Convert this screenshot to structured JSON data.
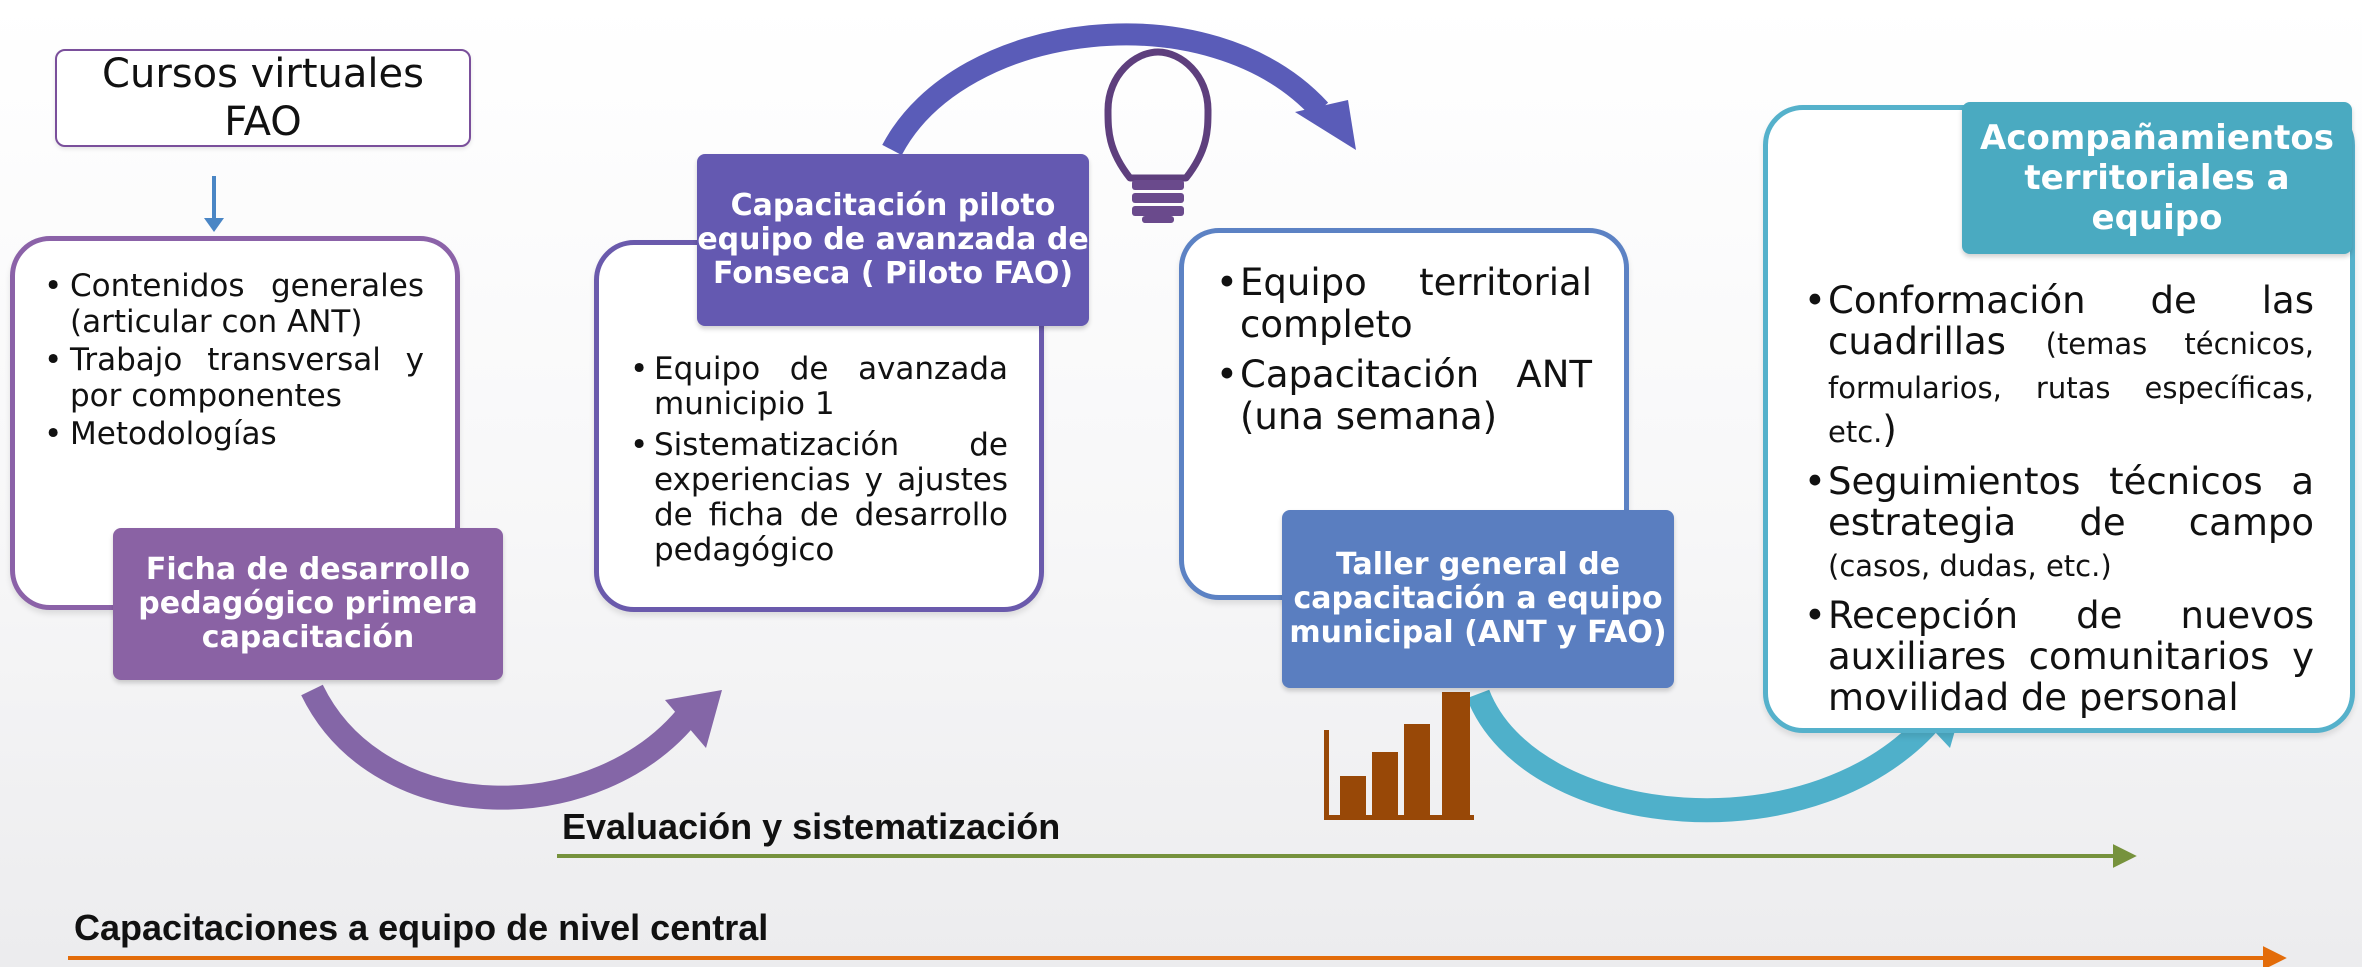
{
  "title_box": {
    "line1": "Cursos virtuales",
    "line2": "FAO"
  },
  "step1": {
    "bullets": [
      "Contenidos generales (articular con ANT)",
      "Trabajo transversal y por componentes",
      "Metodologías"
    ],
    "label": "Ficha de desarrollo pedagógico primera capacitación",
    "icon": "gears-icon"
  },
  "step2": {
    "label": "Capacitación piloto equipo de avanzada de Fonseca ( Piloto FAO)",
    "bullets": [
      "Equipo de avanzada municipio 1",
      "Sistematización de experiencias y ajustes de ficha de desarrollo pedagógico"
    ],
    "icon": "lightbulb-icon"
  },
  "step3": {
    "bullets": [
      "Equipo territorial completo",
      "Capacitación ANT (una semana)"
    ],
    "label": "Taller general de capacitación a equipo municipal (ANT y FAO)",
    "icon": "bar-chart-icon"
  },
  "step4": {
    "label": "Acompañamientos territoriales a equipo",
    "bullets": [
      {
        "main": "Conformación de las cuadrillas ",
        "small": "(temas técnicos, formularios, rutas específicas, etc.",
        "tail": ")"
      },
      {
        "main": "Seguimientos técnicos a estrategia de campo ",
        "small": "(casos, dudas, etc.)",
        "tail": ""
      },
      {
        "main": "Recepción de nuevos auxiliares comunitarios y movilidad de personal",
        "small": "",
        "tail": ""
      }
    ],
    "icon": "puzzle-icon"
  },
  "timelines": {
    "evaluation": "Evaluación y sistematización",
    "central": "Capacitaciones a equipo de nivel central"
  },
  "colors": {
    "purple": "#8a62a4",
    "indigo": "#6459b1",
    "blue": "#5a7ec0",
    "teal": "#4aaac1",
    "green": "#76923c",
    "orange": "#e36c0a",
    "brown": "#984807"
  }
}
